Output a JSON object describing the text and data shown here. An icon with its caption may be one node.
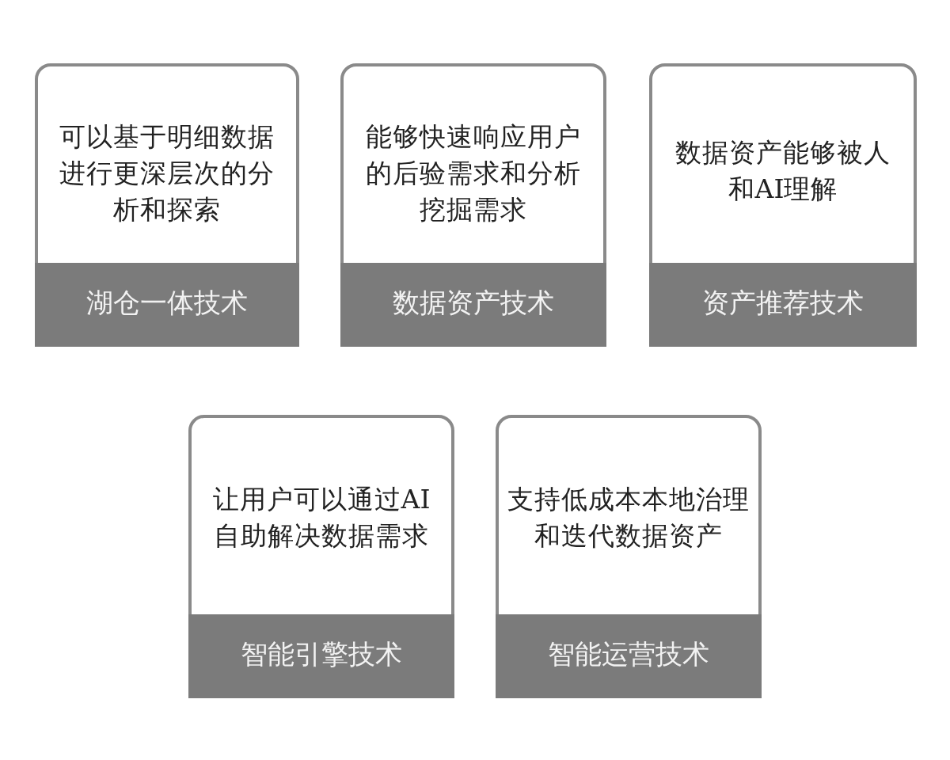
{
  "diagram": {
    "nodes": [
      {
        "text": [
          "可以基于明细数据进行更深层次的分析和探索",
          "湖仓一体技术"
        ]
      },
      {
        "text": [
          "能够快速响应用户的后验需求和分析挖掘需求",
          "数据资产技术"
        ]
      },
      {
        "text": [
          "数据资产能够被人和AI理解",
          "资产推荐技术"
        ]
      },
      {
        "text": [
          "让用户可以通过AI自助解决数据需求",
          "智能引擎技术"
        ]
      },
      {
        "text": [
          "支持低成本本地治理和迭代数据资产",
          "智能运营技术"
        ]
      }
    ],
    "edges": []
  }
}
